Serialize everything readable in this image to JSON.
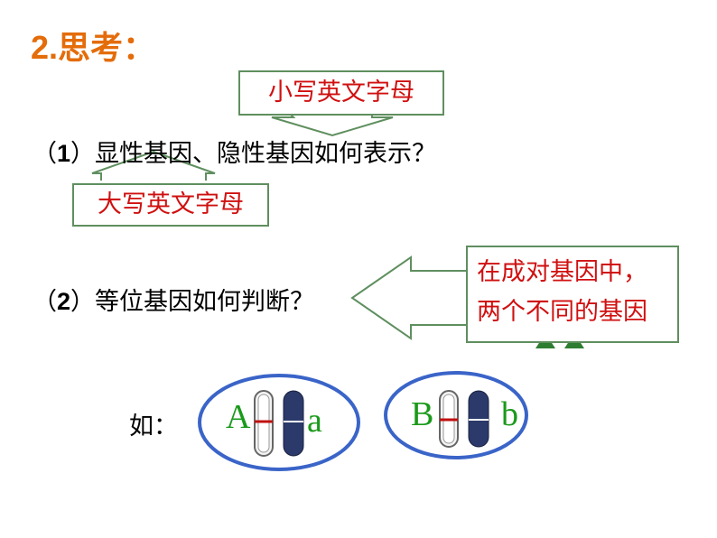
{
  "title": "2.思考：",
  "q1": {
    "num": "1",
    "open": "（",
    "close": "）",
    "text": "显性基因、隐性基因如何表示？"
  },
  "lowercase_box": "小写英文字母",
  "uppercase_box": "大写英文字母",
  "q2": {
    "num": "2",
    "open": "（",
    "close": "）",
    "text": "等位基因如何判断？"
  },
  "callout": {
    "line1": "在成对基因中，",
    "line2": "两个不同的基因"
  },
  "example_label": "如：",
  "pairs": [
    {
      "left": "A",
      "right": "a"
    },
    {
      "left": "B",
      "right": "b"
    }
  ],
  "colors": {
    "title": "#e46c0a",
    "answer_text": "#d01010",
    "box_border": "#5f8f5f",
    "letters": "#1a9a1a",
    "ellipse": "#3a64c8",
    "chromosome_dark": "#2b3a6a",
    "marker_triangles": "#2e7d32"
  }
}
